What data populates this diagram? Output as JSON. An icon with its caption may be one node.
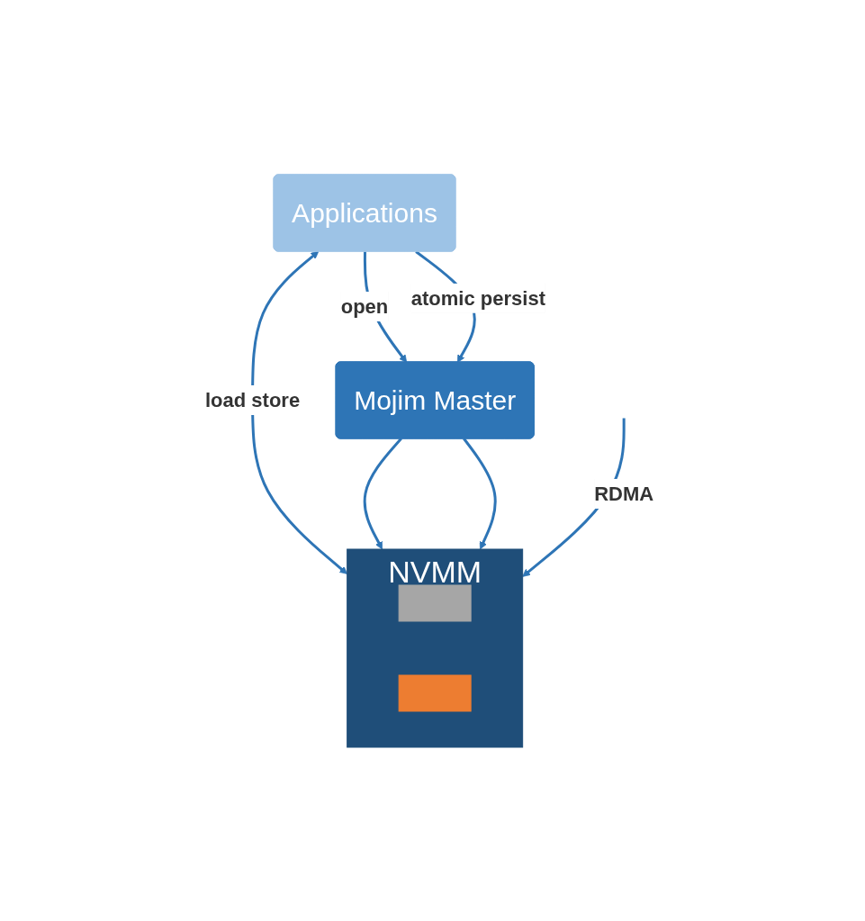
{
  "diagram": {
    "nodes": [
      {
        "text": [
          "Applications"
        ]
      },
      {
        "text": [
          "Mojim Master"
        ]
      },
      {
        "text": [
          "NVMM"
        ]
      },
      {
        "text": [],
        "shape": "box",
        "in": 2
      },
      {
        "text": [],
        "shape": "box",
        "in": 2
      }
    ],
    "edges": [
      {
        "from": 0,
        "to": 2,
        "arrow": "both",
        "label": "load store"
      },
      {
        "from": 0,
        "to": 1,
        "arrow": "to",
        "label": "open"
      },
      {
        "from": 0,
        "to": 1,
        "arrow": "to",
        "label": "atomic persist"
      },
      {
        "from": 1,
        "to": 2,
        "arrow": "to"
      },
      {
        "from": 1,
        "to": 2,
        "arrow": "to"
      },
      {
        "from": null,
        "to": 2,
        "arrow": "to",
        "label": "RDMA"
      }
    ]
  }
}
